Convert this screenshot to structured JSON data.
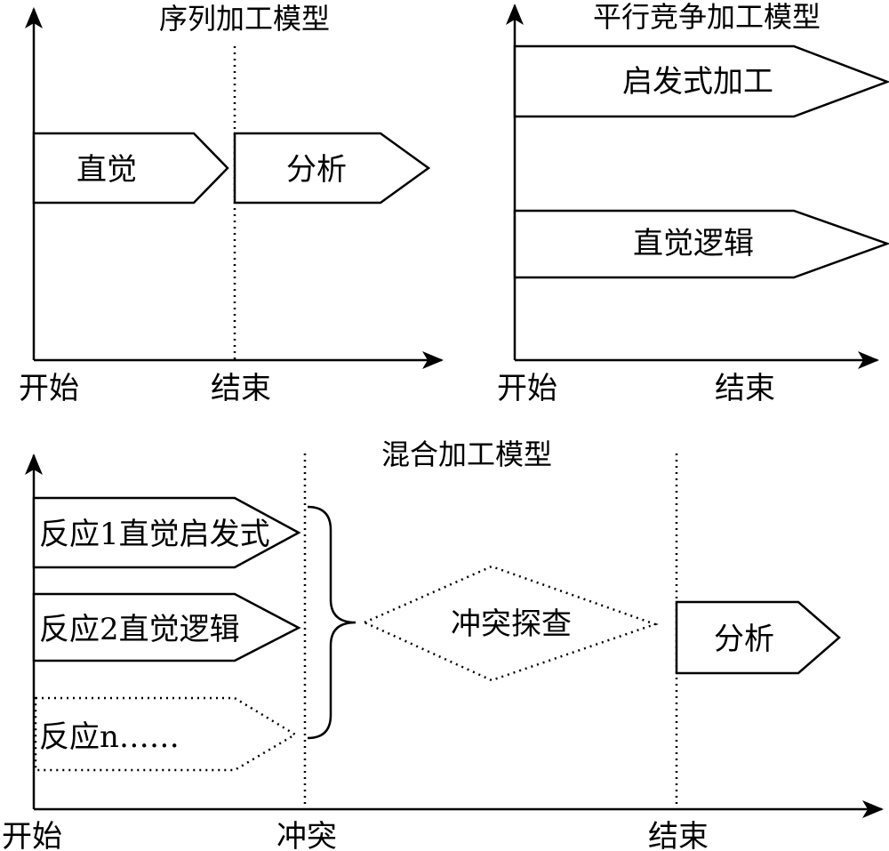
{
  "panels": {
    "sequential": {
      "title": "序列加工模型",
      "boxes": [
        "直觉",
        "分析"
      ],
      "axis_start": "开始",
      "axis_end": "结束"
    },
    "parallel": {
      "title": "平行竞争加工模型",
      "boxes": [
        "启发式加工",
        "直觉逻辑"
      ],
      "axis_start": "开始",
      "axis_end": "结束"
    },
    "hybrid": {
      "title": "混合加工模型",
      "responses": [
        "反应1直觉启发式",
        "反应2直觉逻辑",
        "反应n……"
      ],
      "conflict_detection": "冲突探查",
      "analysis": "分析",
      "axis_start": "开始",
      "axis_conflict": "冲突",
      "axis_end": "结束"
    }
  }
}
